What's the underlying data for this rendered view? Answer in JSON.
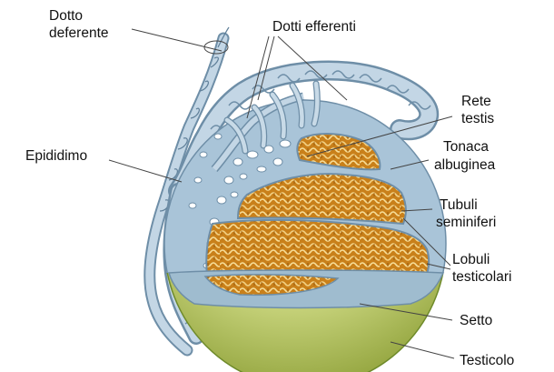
{
  "labels": {
    "dotto_deferente": [
      "Dotto",
      "deferente"
    ],
    "dotti_efferenti": "Dotti efferenti",
    "rete_testis": [
      "Rete",
      "testis"
    ],
    "epididimo": "Epididimo",
    "tonaca_albuginea": [
      "Tonaca",
      "albuginea"
    ],
    "tubuli_seminiferi": [
      "Tubuli",
      "seminiferi"
    ],
    "lobuli_testicolari": [
      "Lobuli",
      "testicolari"
    ],
    "setto": "Setto",
    "testicolo": "Testicolo"
  },
  "colors": {
    "duct_fill": "#b9cfe0",
    "duct_stroke": "#5f7f99",
    "capsule": "#a7c3d8",
    "tubule_fill": "#d28a22",
    "tubule_line": "#f4d48c",
    "testis_green_light": "#dfe8a4",
    "testis_green_dark": "#8fa33a"
  }
}
